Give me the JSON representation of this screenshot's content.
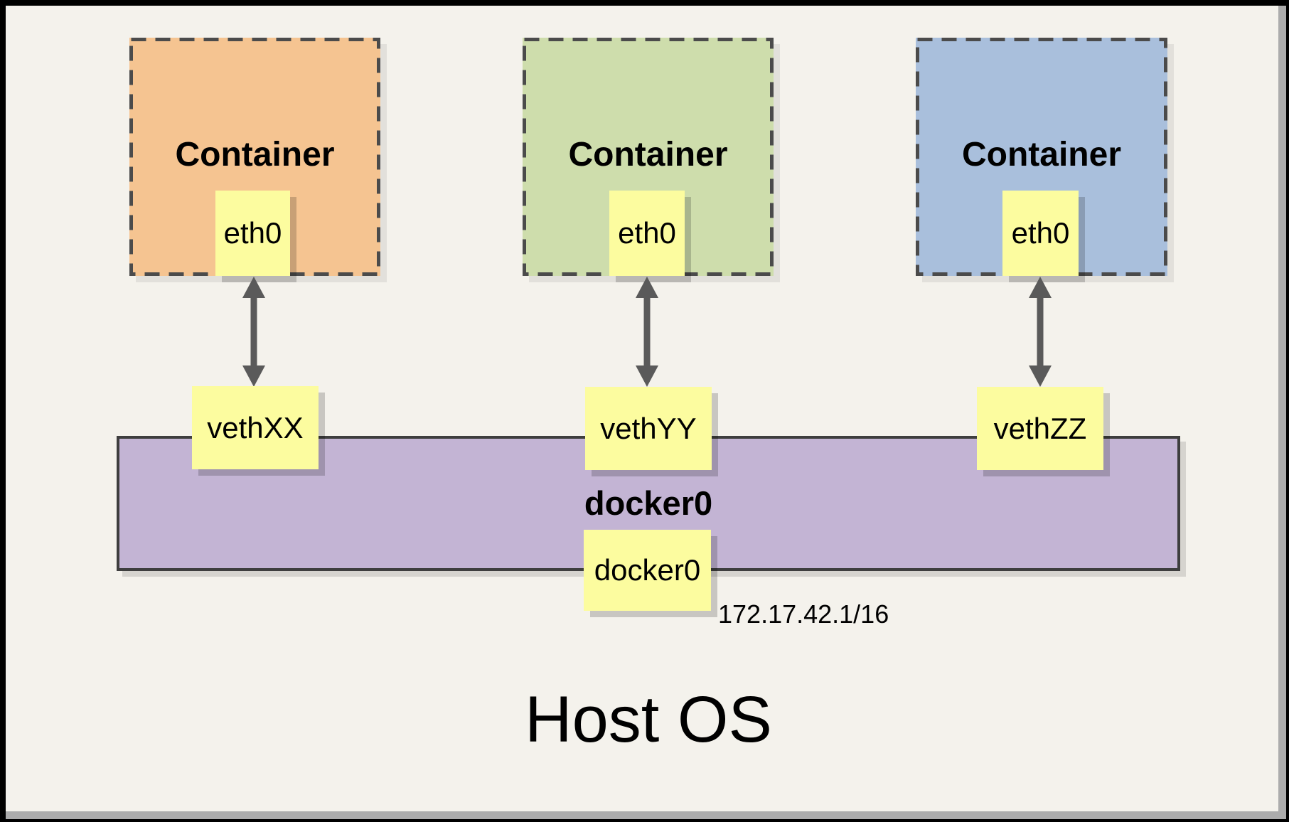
{
  "diagram": {
    "containers": [
      {
        "label": "Container",
        "eth_label": "eth0",
        "veth_label": "vethXX",
        "fill": "#F5C491"
      },
      {
        "label": "Container",
        "eth_label": "eth0",
        "veth_label": "vethYY",
        "fill": "#CEDDAC"
      },
      {
        "label": "Container",
        "eth_label": "eth0",
        "veth_label": "vethZZ",
        "fill": "#A9BFDC"
      }
    ],
    "bridge": {
      "label": "docker0",
      "interface_label": "docker0",
      "ip_address": "172.17.42.1/16",
      "fill": "#C3B4D4"
    },
    "host": {
      "label": "Host OS"
    },
    "colors": {
      "note_yellow": "#FCFC9F",
      "panel_background": "#F4F2EC",
      "dashed_border": "#4B4B4B",
      "bar_border": "#3E3E3E",
      "arrow": "#5A5A5A",
      "frame": "#000000",
      "bevel": "#ACACAC"
    }
  }
}
